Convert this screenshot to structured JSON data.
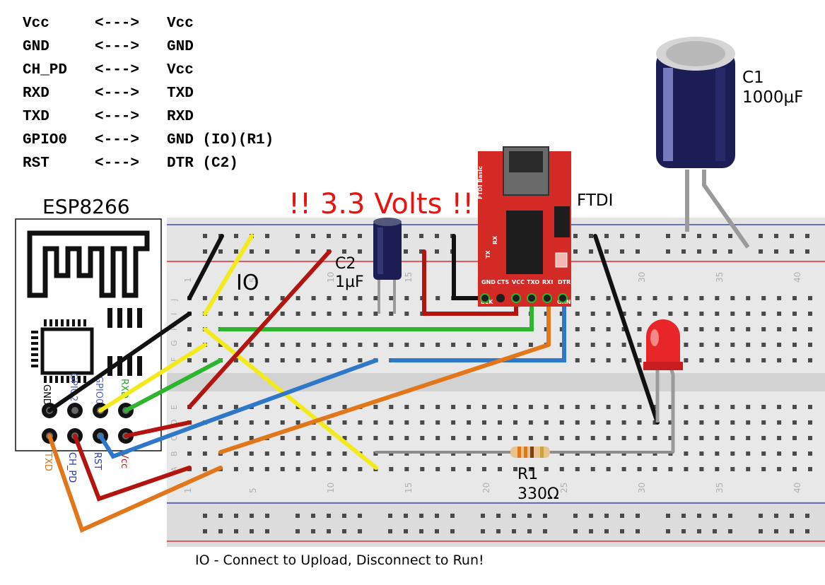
{
  "pin_map": [
    {
      "left": "Vcc",
      "arrow": "<--->",
      "right": "Vcc"
    },
    {
      "left": "GND",
      "arrow": "<--->",
      "right": "GND"
    },
    {
      "left": "CH_PD",
      "arrow": "<--->",
      "right": "Vcc"
    },
    {
      "left": "RXD",
      "arrow": "<--->",
      "right": "TXD"
    },
    {
      "left": "TXD",
      "arrow": "<--->",
      "right": "RXD"
    },
    {
      "left": "GPIO0",
      "arrow": "<--->",
      "right": "GND (IO)(R1)"
    },
    {
      "left": "RST",
      "arrow": "<--->",
      "right": "DTR (C2)"
    }
  ],
  "esp": {
    "title": "ESP8266",
    "pins_top": [
      "GND",
      "GPIO2",
      "GPIO0",
      "RXD"
    ],
    "pins_bottom": [
      "TXD",
      "CH_PD",
      "RST",
      "Vcc"
    ]
  },
  "warning": "!! 3.3 Volts !!",
  "io_label": "IO",
  "c2": {
    "name": "C2",
    "value": "1µF"
  },
  "c1": {
    "name": "C1",
    "value": "1000µF"
  },
  "ftdi": {
    "label": "FTDI",
    "board_name": "FTDI Basic",
    "pins": [
      "GND",
      "CTS",
      "VCC",
      "TXO",
      "RXI",
      "DTR"
    ],
    "blk": "BLK",
    "grn": "GRN",
    "leds": [
      "TX",
      "RX"
    ]
  },
  "r1": {
    "name": "R1",
    "value": "330Ω"
  },
  "breadboard": {
    "column_numbers": [
      "1",
      "5",
      "10",
      "15",
      "20",
      "25",
      "30",
      "35",
      "40"
    ],
    "row_letters_top": [
      "J",
      "I",
      "H",
      "G",
      "F"
    ],
    "row_letters_bottom": [
      "E",
      "D",
      "C",
      "B",
      "A"
    ]
  },
  "footer": "IO - Connect to Upload, Disconnect to Run!",
  "colors": {
    "warning": "#e8130f",
    "ftdi_board": "#d42a26",
    "wire_black": "#222222",
    "wire_yellow": "#f2ea1d",
    "wire_red": "#b3140f",
    "wire_green": "#2db52d",
    "wire_blue": "#2f78c9",
    "wire_orange": "#e1761b",
    "wire_gray": "#8c8c8c",
    "capacitor": "#1c1d55",
    "led": "#e8262a"
  }
}
